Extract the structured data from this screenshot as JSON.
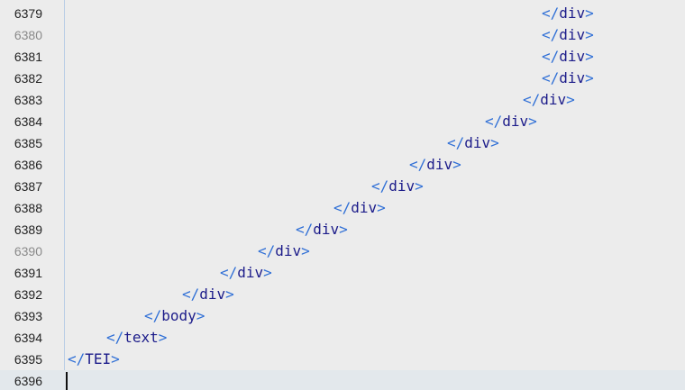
{
  "editor": {
    "lines": [
      {
        "number": "6379",
        "open": "</",
        "tag": "div",
        "close": ">",
        "dim": false
      },
      {
        "number": "6380",
        "open": "</",
        "tag": "div",
        "close": ">",
        "dim": true
      },
      {
        "number": "6381",
        "open": "</",
        "tag": "div",
        "close": ">",
        "dim": false
      },
      {
        "number": "6382",
        "open": "</",
        "tag": "div",
        "close": ">",
        "dim": false
      },
      {
        "number": "6383",
        "open": "</",
        "tag": "div",
        "close": ">",
        "dim": false
      },
      {
        "number": "6384",
        "open": "</",
        "tag": "div",
        "close": ">",
        "dim": false
      },
      {
        "number": "6385",
        "open": "</",
        "tag": "div",
        "close": ">",
        "dim": false
      },
      {
        "number": "6386",
        "open": "</",
        "tag": "div",
        "close": ">",
        "dim": false
      },
      {
        "number": "6387",
        "open": "</",
        "tag": "div",
        "close": ">",
        "dim": false
      },
      {
        "number": "6388",
        "open": "</",
        "tag": "div",
        "close": ">",
        "dim": false
      },
      {
        "number": "6389",
        "open": "</",
        "tag": "div",
        "close": ">",
        "dim": false
      },
      {
        "number": "6390",
        "open": "</",
        "tag": "div",
        "close": ">",
        "dim": true
      },
      {
        "number": "6391",
        "open": "</",
        "tag": "div",
        "close": ">",
        "dim": false
      },
      {
        "number": "6392",
        "open": "</",
        "tag": "div",
        "close": ">",
        "dim": false
      },
      {
        "number": "6393",
        "open": "</",
        "tag": "body",
        "close": ">",
        "dim": false
      },
      {
        "number": "6394",
        "open": "</",
        "tag": "text",
        "close": ">",
        "dim": false
      },
      {
        "number": "6395",
        "open": "</",
        "tag": "TEI",
        "close": ">",
        "dim": false
      },
      {
        "number": "6396",
        "open": "",
        "tag": "",
        "close": "",
        "dim": false,
        "current": true
      }
    ]
  },
  "colors": {
    "background": "#ececec",
    "current_line": "#e3e8ec",
    "tag_punctuation": "#2f6fd6",
    "tag_name": "#1c1c8a",
    "line_number": "#222222",
    "line_number_dim": "#8a8a8a"
  }
}
